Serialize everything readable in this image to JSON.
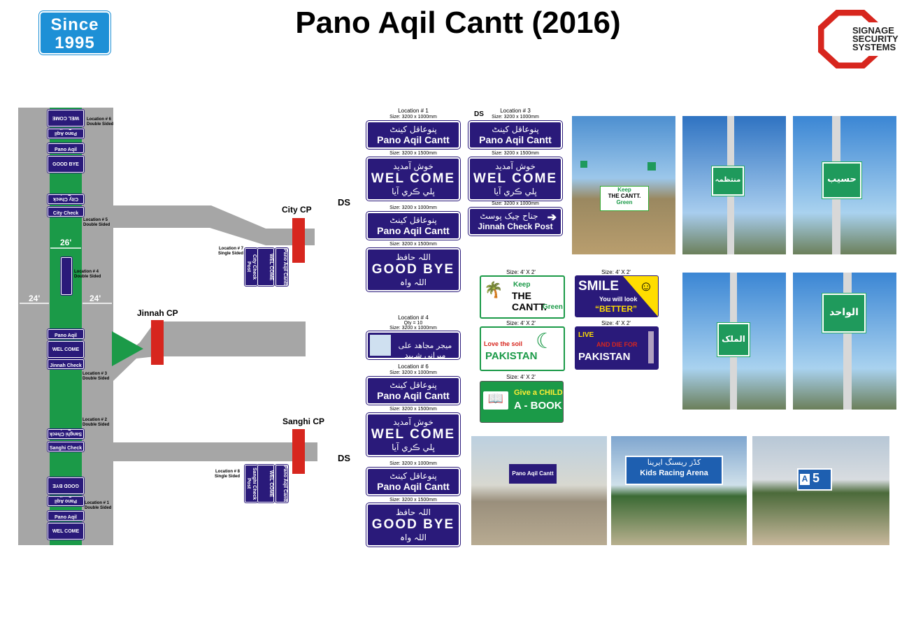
{
  "header": {
    "since_line1": "Since",
    "since_line2": "1995",
    "title": "Pano Aqil Cantt (2016)",
    "logo_line1": "SIGNAGE",
    "logo_line2": "SECURITY",
    "logo_line3": "SYSTEMS"
  },
  "map": {
    "city_cp": "City CP",
    "jinnah_cp": "Jinnah CP",
    "sanghi_cp": "Sanghi CP",
    "ds_top": "DS",
    "ds_bottom": "DS",
    "width_center": "26'",
    "width_left": "24'",
    "width_right": "24'",
    "loc6": "Location # 6 Double Sided",
    "loc5": "Location # 5 Double Sided",
    "loc4": "Location # 4 Double Sided",
    "loc3": "Location # 3 Double Sided",
    "loc2": "Location # 2 Double Sided",
    "loc1": "Location # 1 Double Sided",
    "loc7": "Location # 7 Single Sided",
    "loc8": "Location # 8 Single Sided",
    "road_sign_welcome": "WEL COME",
    "road_sign_goodbye": "GOOD BYE",
    "road_sign_pano": "Pano Aqil Cantt",
    "road_sign_city": "City Check Post",
    "road_sign_jinnah": "Jinnah Check Post",
    "road_sign_sanghi": "Sanghi Check Post"
  },
  "signs": {
    "loc1_title": "Location # 1",
    "loc3_title": "Location # 3",
    "loc3_ds": "DS",
    "loc4_title": "Location # 4",
    "loc4_qty": "Qty = 10",
    "loc6_title": "Location # 6",
    "size_small": "Size: 3200 x 1000mm",
    "size_large": "Size: 3200 x 1500mm",
    "pano_urdu": "پنوعاقل کینٹ",
    "pano_en": "Pano Aqil Cantt",
    "welcome_urdu": "خوش آمدید",
    "welcome_en": "WEL COME",
    "welcome_sindhi": "ڀلي ڪري آيا",
    "goodbye_urdu": "اللہ حافظ",
    "goodbye_en": "GOOD BYE",
    "goodbye_sindhi": "اللہ واہ",
    "jinnah_urdu": "جناح چیک پوسٹ",
    "jinnah_en": "Jinnah Check Post",
    "martyr_urdu": "میجر مجاھد علی میرانی شہید"
  },
  "campaign": {
    "size_label": "Size: 4' X 2'",
    "keep": "Keep",
    "the_cantt": "THE CANTT.",
    "green": "Green",
    "smile": "SMILE",
    "you_will_look": "You will look",
    "better": "“BETTER”",
    "love_soil": "Love the soil",
    "pakistan": "PAKISTAN",
    "live": "LIVE",
    "and_die_for": "AND DIE FOR",
    "give_child": "Give a CHILD",
    "a_book": "A - BOOK"
  },
  "photos": {
    "p1_sign": "THE CANTT.",
    "p1_keep": "Keep",
    "p1_green": "Green",
    "g1": "منتظمہ",
    "g2": "حسیب",
    "g3": "الملک",
    "g4": "الواحد",
    "b1": "Pano Aqil Cantt",
    "b2_urdu": "کڈز ریسنگ ایرینا",
    "b2_en": "Kids Racing Arena",
    "b3_letter": "A",
    "b3_num": "5"
  },
  "colors": {
    "sign_blue": "#2a1a7a",
    "road_gray": "#a6a6a6",
    "median_green": "#1b9a48",
    "checkpost_red": "#d7261e",
    "since_blue": "#1e90d6"
  }
}
